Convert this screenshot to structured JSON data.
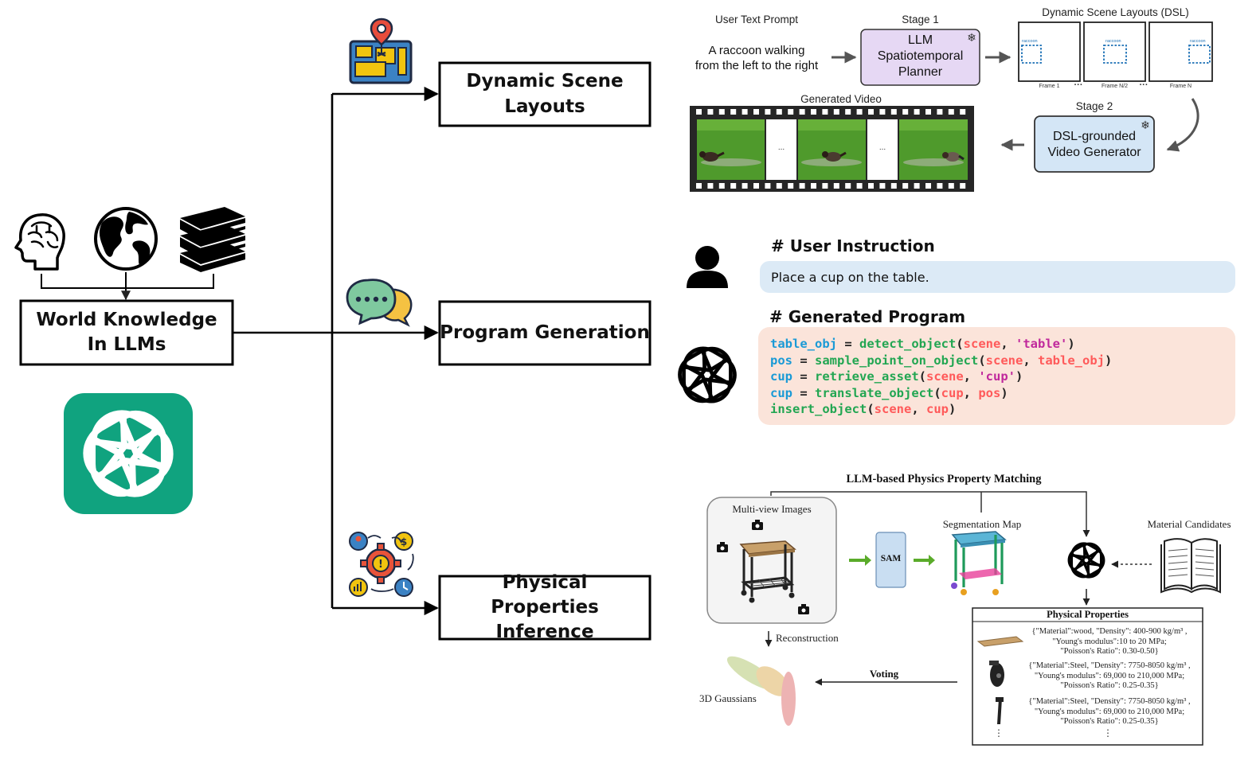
{
  "left": {
    "world_knowledge_line1": "World Knowledge",
    "world_knowledge_line2": "In LLMs"
  },
  "branches": {
    "dynamic_line1": "Dynamic Scene",
    "dynamic_line2": "Layouts",
    "program": "Program Generation",
    "physical_line1": "Physical",
    "physical_line2": "Properties Inference"
  },
  "dsl_panel": {
    "prompt_title": "User Text Prompt",
    "prompt_line1": "A raccoon walking",
    "prompt_line2": "from the left to the right",
    "stage1_title": "Stage 1",
    "planner_line1": "LLM",
    "planner_line2": "Spatiotemporal",
    "planner_line3": "Planner",
    "layouts_title": "Dynamic Scene Layouts (DSL)",
    "frame_caption_1": "Frame 1",
    "frame_caption_2": "Frame N/2",
    "frame_caption_3": "Frame N",
    "frame_box_label": "raccoon",
    "ellipsis": "···",
    "stage2_title": "Stage 2",
    "generator_line1": "DSL-grounded",
    "generator_line2": "Video Generator",
    "video_title": "Generated Video",
    "film_gap": "..."
  },
  "program_panel": {
    "instruction_heading": "# User Instruction",
    "instruction_text": "Place a cup on the table.",
    "program_heading": "# Generated Program"
  },
  "physics_panel": {
    "title": "LLM-based Physics Property Matching",
    "multiview": "Multi-view Images",
    "sam": "SAM",
    "segmentation": "Segmentation Map",
    "material_candidates": "Material Candidates",
    "reconstruction": "Reconstruction",
    "voting": "Voting",
    "gaussians": "3D Gaussians",
    "props_title": "Physical Properties",
    "wood_1": "{\"Material\":wood,  \"Density\": 400-900 kg/m³ ,",
    "wood_2": "\"Young's modulus\":10 to 20 MPa;",
    "wood_3": "\"Poisson's Ratio\": 0.30-0.50}",
    "steel1_1": "{\"Material\":Steel,  \"Density\": 7750-8050 kg/m³ ,",
    "steel1_2": "\"Young's modulus\": 69,000 to 210,000 MPa;",
    "steel1_3": "\"Poisson's Ratio\": 0.25-0.35}",
    "steel2_1": "{\"Material\":Steel,  \"Density\": 7750-8050 kg/m³ ,",
    "steel2_2": "\"Young's modulus\": 69,000 to 210,000 MPa;",
    "steel2_3": "\"Poisson's Ratio\": 0.25-0.35}",
    "dots": "⋮"
  },
  "code": [
    [
      [
        "table_obj",
        "var"
      ],
      [
        " = ",
        "op"
      ],
      [
        "detect_object",
        "fn"
      ],
      [
        "(",
        "op"
      ],
      [
        "scene",
        "arg"
      ],
      [
        ", ",
        "op"
      ],
      [
        "'table'",
        "str"
      ],
      [
        ")",
        "op"
      ]
    ],
    [
      [
        "pos",
        "var"
      ],
      [
        " = ",
        "op"
      ],
      [
        "sample_point_on_object",
        "fn"
      ],
      [
        "(",
        "op"
      ],
      [
        "scene",
        "arg"
      ],
      [
        ", ",
        "op"
      ],
      [
        "table_obj",
        "arg"
      ],
      [
        ")",
        "op"
      ]
    ],
    [
      [
        "cup",
        "var"
      ],
      [
        " = ",
        "op"
      ],
      [
        "retrieve_asset",
        "fn"
      ],
      [
        "(",
        "op"
      ],
      [
        "scene",
        "arg"
      ],
      [
        ", ",
        "op"
      ],
      [
        "'cup'",
        "str"
      ],
      [
        ")",
        "op"
      ]
    ],
    [
      [
        "cup",
        "var"
      ],
      [
        " = ",
        "op"
      ],
      [
        "translate_object",
        "fn"
      ],
      [
        "(",
        "op"
      ],
      [
        "cup",
        "arg"
      ],
      [
        ", ",
        "op"
      ],
      [
        "pos",
        "arg"
      ],
      [
        ")",
        "op"
      ]
    ],
    [
      [
        "insert_object",
        "fn"
      ],
      [
        "(",
        "op"
      ],
      [
        "scene",
        "arg"
      ],
      [
        ", ",
        "op"
      ],
      [
        "cup",
        "arg"
      ],
      [
        ")",
        "op"
      ]
    ]
  ],
  "colors": {
    "openai_green": "#10a37f",
    "planner_fill": "#e6d8f4",
    "generator_fill": "#d4e6f6",
    "instruction_fill": "#dceaf6",
    "program_fill": "#fbe4da",
    "arrow_green": "#5aab2a"
  },
  "icons": [
    "brain-head-icon",
    "globe-icon",
    "books-icon",
    "openai-logo-icon",
    "map-pin-icon",
    "chat-bubbles-icon",
    "gear-process-icon",
    "user-icon",
    "openai-icon",
    "camera-icon",
    "book-icon",
    "table-icon"
  ]
}
